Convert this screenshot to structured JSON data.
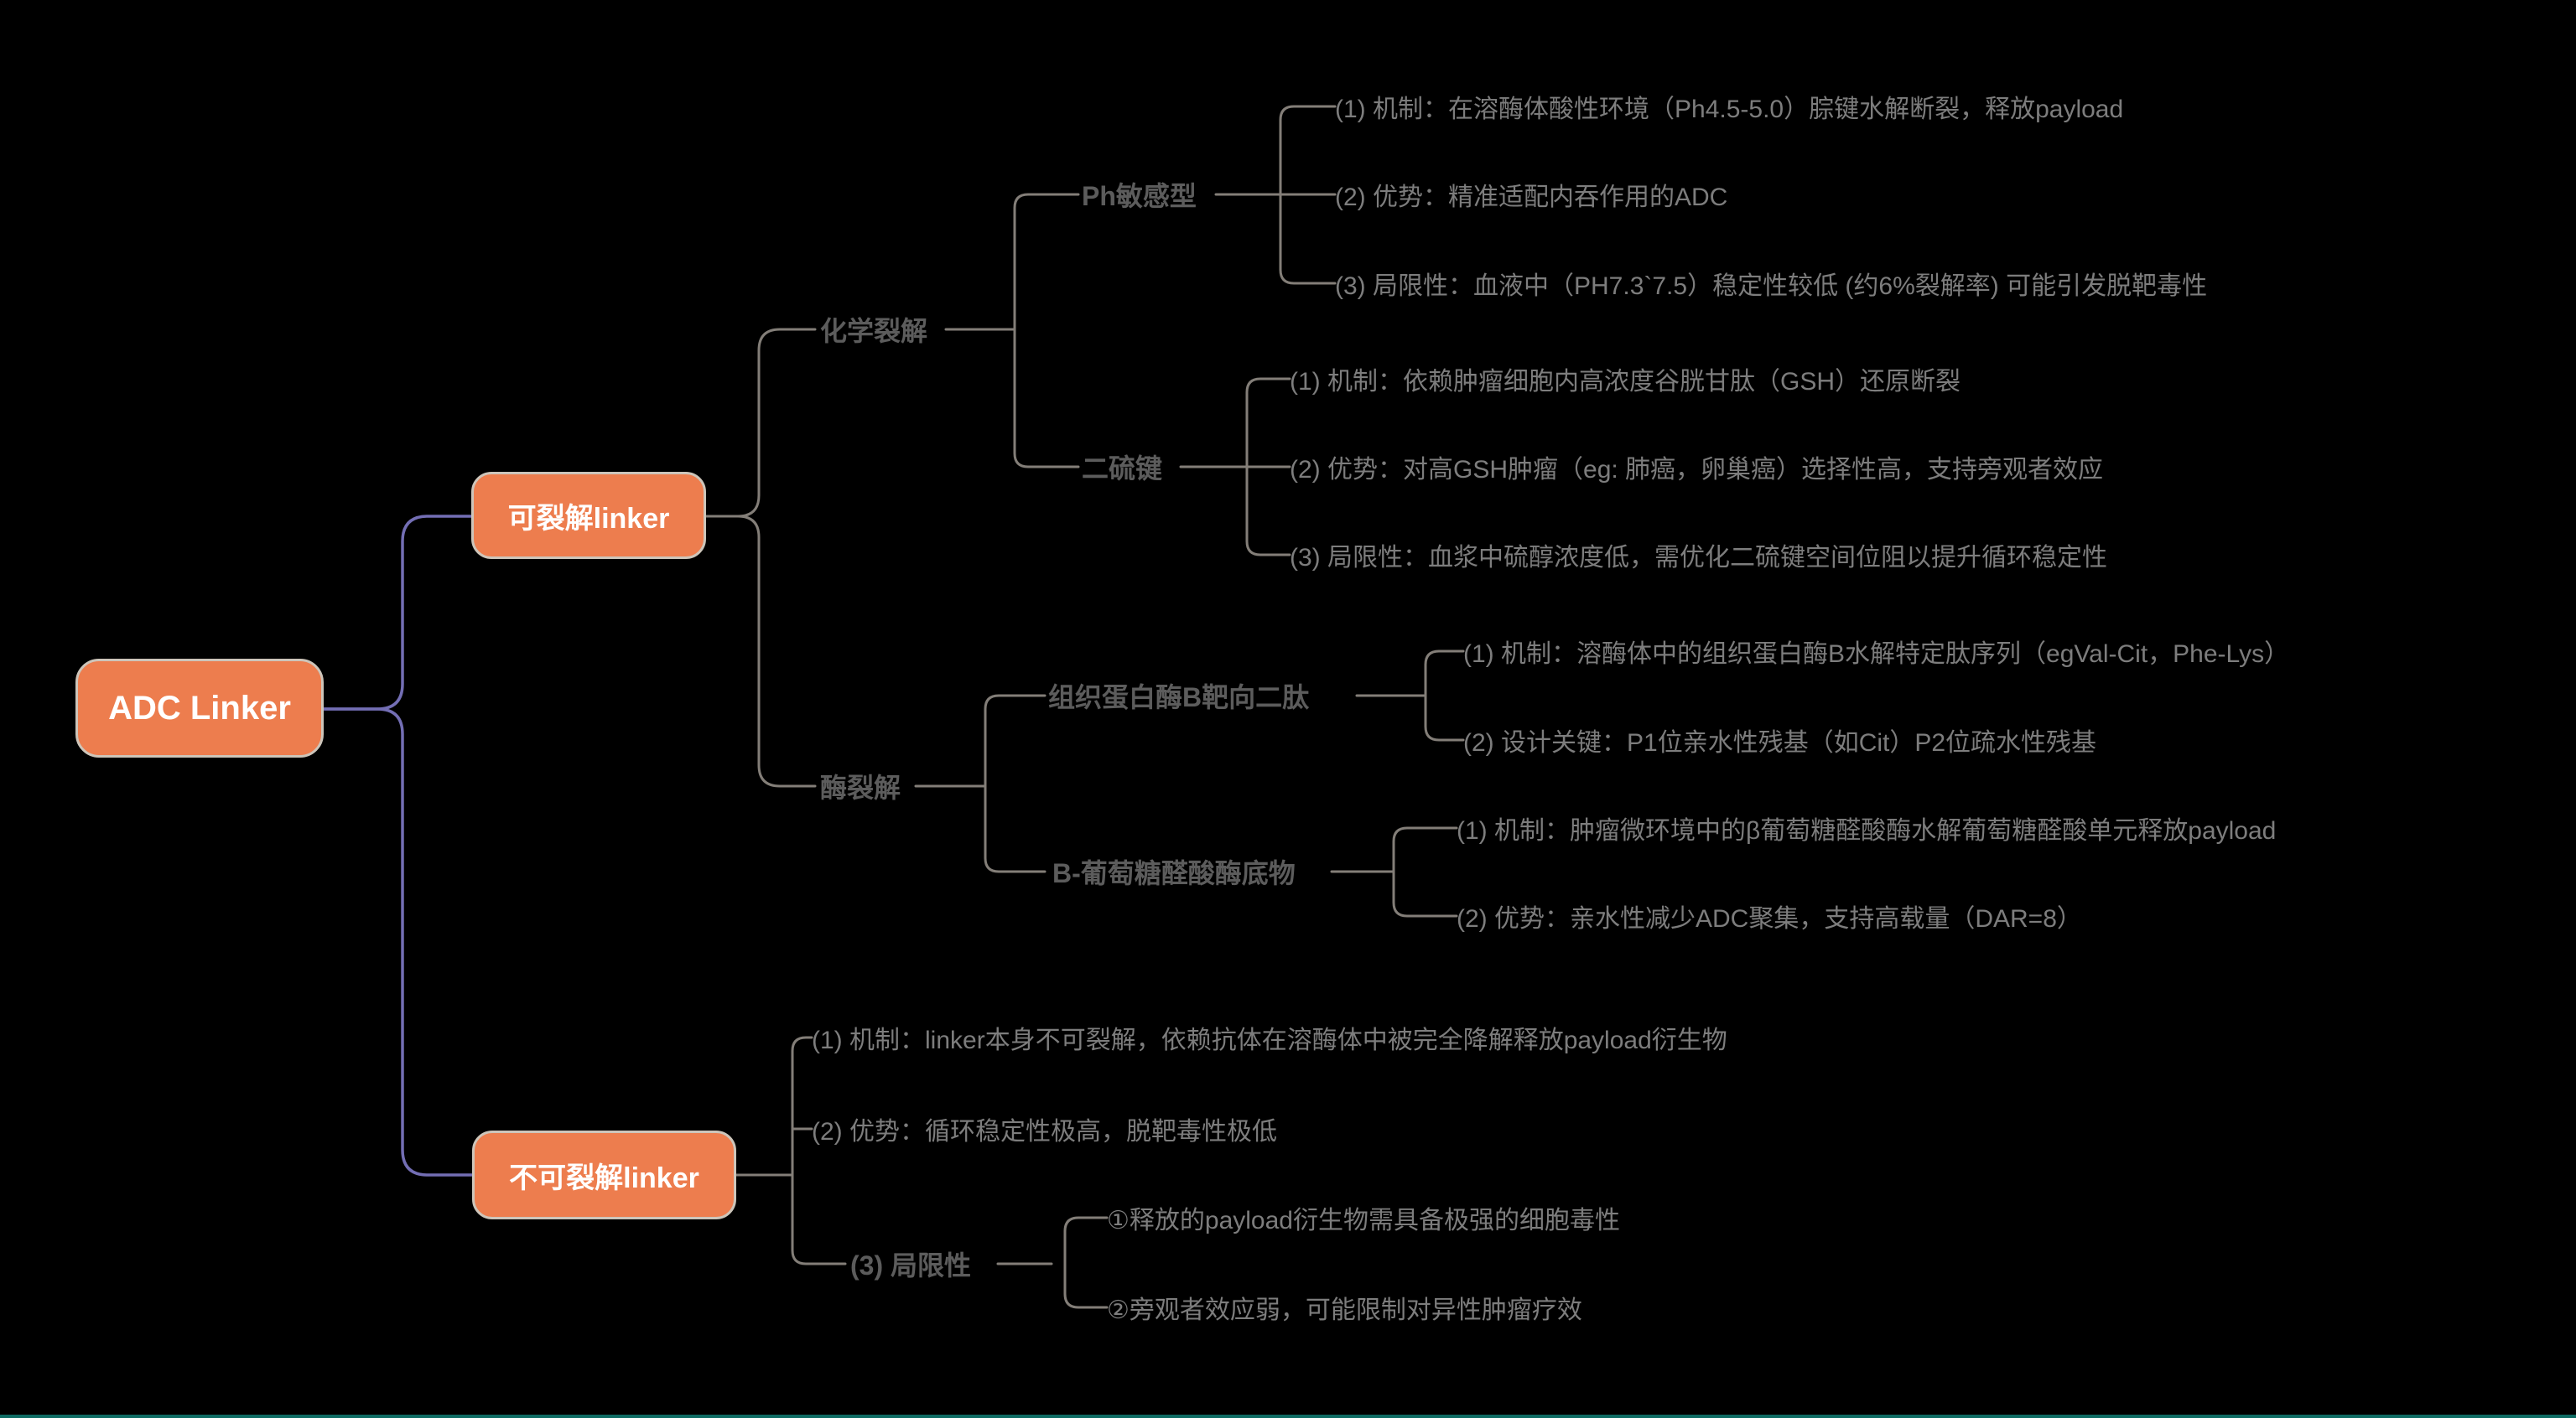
{
  "canvas": {
    "background_color": "#000000",
    "node_fill_color": "#ED7D4E",
    "node_border_color": "#cdc5ba",
    "node_text_color": "#ffffff",
    "connector_gray_color": "#837e78",
    "connector_purple_color": "#736eb4",
    "topic_text_color": "#5c5c5c",
    "leaf_text_color": "#7d7d7d",
    "bottom_bar_color": "#0e6b63"
  },
  "root": {
    "label": "ADC Linker"
  },
  "branches": {
    "cleavable": {
      "label": "可裂解linker",
      "chemical": {
        "label": "化学裂解",
        "ph": {
          "label": "Ph敏感型",
          "items": [
            "(1) 机制：在溶酶体酸性环境（Ph4.5-5.0）腙键水解断裂，释放payload",
            "(2) 优势：精准适配内吞作用的ADC",
            "(3) 局限性：血液中（PH7.3`7.5）稳定性较低 (约6%裂解率) 可能引发脱靶毒性"
          ]
        },
        "disulfide": {
          "label": "二硫键",
          "items": [
            "(1) 机制：依赖肿瘤细胞内高浓度谷胱甘肽（GSH）还原断裂",
            "(2) 优势：对高GSH肿瘤（eg: 肺癌，卵巢癌）选择性高，支持旁观者效应",
            "(3) 局限性：血浆中硫醇浓度低，需优化二硫键空间位阻以提升循环稳定性"
          ]
        }
      },
      "enzymatic": {
        "label": "酶裂解",
        "cathepsin": {
          "label": "组织蛋白酶B靶向二肽",
          "items": [
            "(1) 机制：溶酶体中的组织蛋白酶B水解特定肽序列（egVal-Cit，Phe-Lys）",
            "(2) 设计关键：P1位亲水性残基（如Cit）P2位疏水性残基"
          ]
        },
        "glucuronidase": {
          "label": "B-葡萄糖醛酸酶底物",
          "items": [
            "(1) 机制：肿瘤微环境中的β葡萄糖醛酸酶水解葡萄糖醛酸单元释放payload",
            "(2) 优势：亲水性减少ADC聚集，支持高载量（DAR=8）"
          ]
        }
      }
    },
    "noncleavable": {
      "label": "不可裂解linker",
      "items": [
        "(1) 机制：linker本身不可裂解，依赖抗体在溶酶体中被完全降解释放payload衍生物",
        "(2) 优势：循环稳定性极高，脱靶毒性极低"
      ],
      "limitation": {
        "label": "(3) 局限性",
        "items": [
          "①释放的payload衍生物需具备极强的细胞毒性",
          "②旁观者效应弱，可能限制对异性肿瘤疗效"
        ]
      }
    }
  }
}
